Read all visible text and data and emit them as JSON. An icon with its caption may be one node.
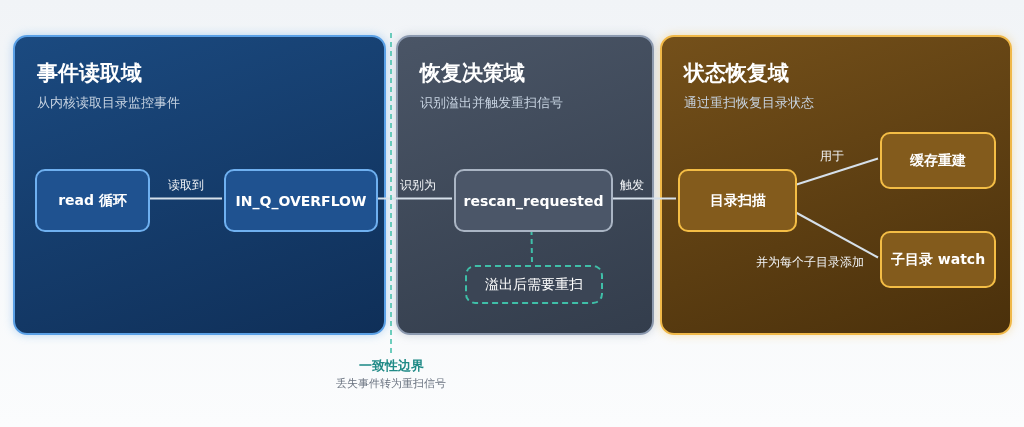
{
  "diagram": {
    "nodes": [
      {
        "text": [
          "事件读取域",
          "从内核读取目录监控事件"
        ]
      },
      {
        "text": [
          "read 循环"
        ],
        "in": 0
      },
      {
        "text": [
          "IN_Q_OVERFLOW"
        ],
        "in": 0
      },
      {
        "text": [
          "恢复决策域",
          "识别溢出并触发重扫信号"
        ]
      },
      {
        "text": [
          "rescan_requested"
        ],
        "in": 3
      },
      {
        "text": [
          "溢出后需要重扫"
        ],
        "in": 3
      },
      {
        "text": [
          "状态恢复域",
          "通过重扫恢复目录状态"
        ]
      },
      {
        "text": [
          "目录扫描"
        ],
        "in": 6
      },
      {
        "text": [
          "缓存重建"
        ],
        "in": 6
      },
      {
        "text": [
          "子目录 watch"
        ],
        "in": 6
      }
    ],
    "edges": [
      {
        "from": 1,
        "to": 2,
        "arrow": "none",
        "label": "读取到"
      },
      {
        "from": 2,
        "to": 4,
        "arrow": "none",
        "label": "识别为"
      },
      {
        "from": 4,
        "to": 7,
        "arrow": "none",
        "label": "触发"
      },
      {
        "from": 4,
        "to": 5,
        "arrow": "none",
        "style": "dashed",
        "color": "#3fbfa8"
      },
      {
        "from": 7,
        "to": 8,
        "arrow": "none",
        "label": "用于"
      },
      {
        "from": 7,
        "to": 9,
        "arrow": "none",
        "label": "并为每个子目录添加"
      }
    ],
    "labels": [
      "一致性边界",
      "丢失事件转为重扫信号"
    ]
  }
}
